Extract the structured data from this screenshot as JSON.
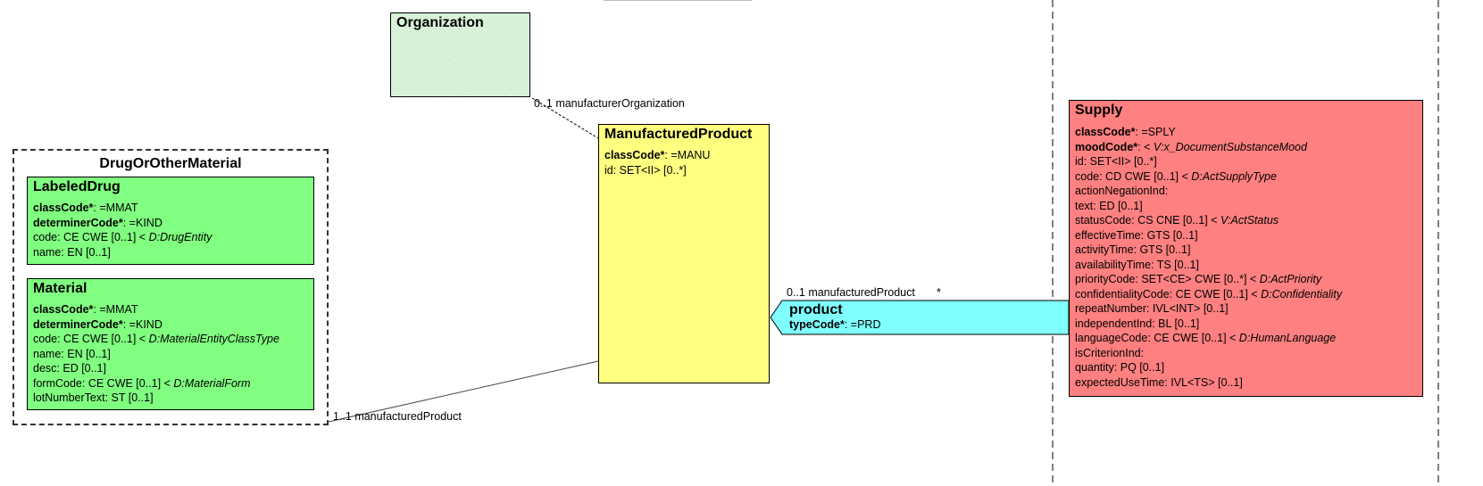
{
  "organization": {
    "title": "Organization"
  },
  "drug_group": {
    "title": "DrugOrOtherMaterial"
  },
  "labeled_drug": {
    "title": "LabeledDrug",
    "attrs": [
      {
        "name": "classCode*",
        "rest": ": =MMAT",
        "bold": true,
        "italic": ""
      },
      {
        "name": "determinerCode*",
        "rest": ": =KIND",
        "bold": true,
        "italic": ""
      },
      {
        "name": "code",
        "rest": ": CE CWE [0..1] < ",
        "bold": false,
        "italic": "D:DrugEntity"
      },
      {
        "name": "name",
        "rest": ": EN [0..1]",
        "bold": false,
        "italic": ""
      }
    ]
  },
  "material": {
    "title": "Material",
    "attrs": [
      {
        "name": "classCode*",
        "rest": ": =MMAT",
        "bold": true,
        "italic": ""
      },
      {
        "name": "determinerCode*",
        "rest": ": =KIND",
        "bold": true,
        "italic": ""
      },
      {
        "name": "code",
        "rest": ": CE CWE [0..1] < ",
        "bold": false,
        "italic": "D:MaterialEntityClassType"
      },
      {
        "name": "name",
        "rest": ": EN [0..1]",
        "bold": false,
        "italic": ""
      },
      {
        "name": "desc",
        "rest": ": ED [0..1]",
        "bold": false,
        "italic": ""
      },
      {
        "name": "formCode",
        "rest": ": CE CWE [0..1] < ",
        "bold": false,
        "italic": "D:MaterialForm"
      },
      {
        "name": "lotNumberText",
        "rest": ": ST [0..1]",
        "bold": false,
        "italic": ""
      }
    ]
  },
  "manufactured_product": {
    "title": "ManufacturedProduct",
    "attrs": [
      {
        "name": "classCode*",
        "rest": ": =MANU",
        "bold": true,
        "italic": ""
      },
      {
        "name": "id",
        "rest": ": SET<II> [0..*]",
        "bold": false,
        "italic": ""
      }
    ]
  },
  "supply": {
    "title": "Supply",
    "attrs": [
      {
        "name": "classCode*",
        "rest": ": =SPLY",
        "bold": true,
        "italic": ""
      },
      {
        "name": "moodCode*",
        "rest": ": < ",
        "bold": true,
        "italic": "V:x_DocumentSubstanceMood"
      },
      {
        "name": "id",
        "rest": ": SET<II> [0..*]",
        "bold": false,
        "italic": ""
      },
      {
        "name": "code",
        "rest": ": CD CWE [0..1] < ",
        "bold": false,
        "italic": "D:ActSupplyType"
      },
      {
        "name": "actionNegationInd",
        "rest": ":",
        "bold": false,
        "italic": ""
      },
      {
        "name": "text",
        "rest": ": ED [0..1]",
        "bold": false,
        "italic": ""
      },
      {
        "name": "statusCode",
        "rest": ": CS CNE [0..1] < ",
        "bold": false,
        "italic": "V:ActStatus"
      },
      {
        "name": "effectiveTime",
        "rest": ": GTS [0..1]",
        "bold": false,
        "italic": ""
      },
      {
        "name": "activityTime",
        "rest": ": GTS [0..1]",
        "bold": false,
        "italic": ""
      },
      {
        "name": "availabilityTime",
        "rest": ": TS [0..1]",
        "bold": false,
        "italic": ""
      },
      {
        "name": "priorityCode",
        "rest": ": SET<CE> CWE [0..*] < ",
        "bold": false,
        "italic": "D:ActPriority"
      },
      {
        "name": "confidentialityCode",
        "rest": ": CE CWE [0..1] < ",
        "bold": false,
        "italic": "D:Confidentiality"
      },
      {
        "name": "repeatNumber",
        "rest": ": IVL<INT> [0..1]",
        "bold": false,
        "italic": ""
      },
      {
        "name": "independentInd",
        "rest": ": BL [0..1]",
        "bold": false,
        "italic": ""
      },
      {
        "name": "languageCode",
        "rest": ": CE CWE [0..1] < ",
        "bold": false,
        "italic": "D:HumanLanguage"
      },
      {
        "name": "isCriterionInd",
        "rest": ":",
        "bold": false,
        "italic": ""
      },
      {
        "name": "quantity",
        "rest": ": PQ [0..1]",
        "bold": false,
        "italic": ""
      },
      {
        "name": "expectedUseTime",
        "rest": ": IVL<TS> [0..1]",
        "bold": false,
        "italic": ""
      }
    ]
  },
  "product_rel": {
    "title": "product",
    "attr_name": "typeCode*",
    "attr_rest": ": =PRD"
  },
  "labels": {
    "manufacturer_org": "0..1 manufacturerOrganization",
    "manufactured_product_top": "0..1 manufacturedProduct",
    "star": "*",
    "manufactured_product_bottom": "1..1 manufacturedProduct"
  },
  "colors": {
    "organization": "#cfeecf",
    "entity": "#80ff80",
    "role": "#ffff80",
    "act": "#ff8080",
    "participation": "#80ffff"
  }
}
